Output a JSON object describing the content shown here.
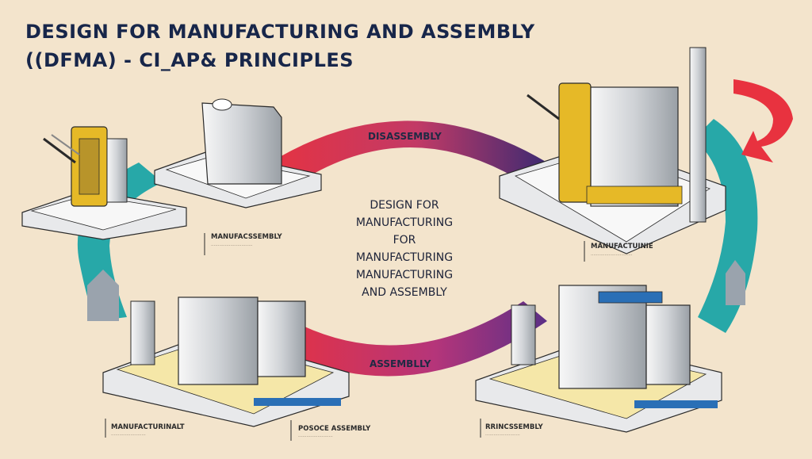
{
  "title": {
    "line1": "DESIGN FOR MANUFACTURING AND ASSEMBLY",
    "line2": "((DFMA) - CI_AP& PRINCIPLES"
  },
  "arc_labels": {
    "top": "DISASSEMBLY",
    "bottom": "ASSEMBLLY"
  },
  "center_lines": [
    "DESIGN FOR",
    "MANUFACTURING",
    "FOR",
    "MANUFACTURING",
    "MANUFACTURING",
    "AND ASSEMBLY"
  ],
  "captions": {
    "top_left": "MANUFACSSEMBLY",
    "top_right": "MANUFACTUINIE",
    "bottom_left": "MANUFACTURINALT",
    "bottom_center": "POSOCE ASSEMBLY",
    "bottom_right": "RRINCSSEMBLY"
  },
  "colors": {
    "background": "#f3e4cc",
    "navy": "#17264a",
    "red": "#e8323f",
    "purple": "#6a2d7a",
    "teal": "#27a8a8",
    "yellow": "#e6b927",
    "blue_accent": "#2a6fb6"
  },
  "icons": [
    "up-arrow-icon",
    "curved-return-arrow-icon"
  ]
}
